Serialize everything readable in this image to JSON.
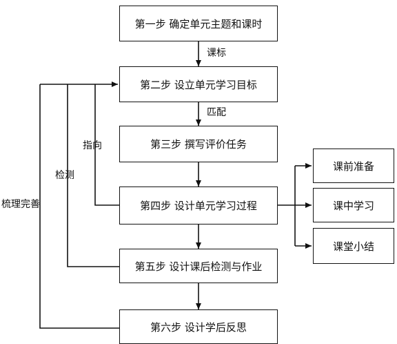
{
  "steps": [
    "第一步 确定单元主题和课时",
    "第二步 设立单元学习目标",
    "第三步 撰写评价任务",
    "第四步 设计单元学习过程",
    "第五步 设计课后检测与作业",
    "第六步 设计学后反思"
  ],
  "substeps": [
    "课前准备",
    "课中学习",
    "课堂小结"
  ],
  "connector_labels": {
    "step1_to_step2": "课标",
    "step2_to_step3": "匹配"
  },
  "feedback_labels": {
    "step4_to_step2": "指向",
    "step5_to_step2": "检测",
    "step6_to_step2": "梳理完善"
  }
}
